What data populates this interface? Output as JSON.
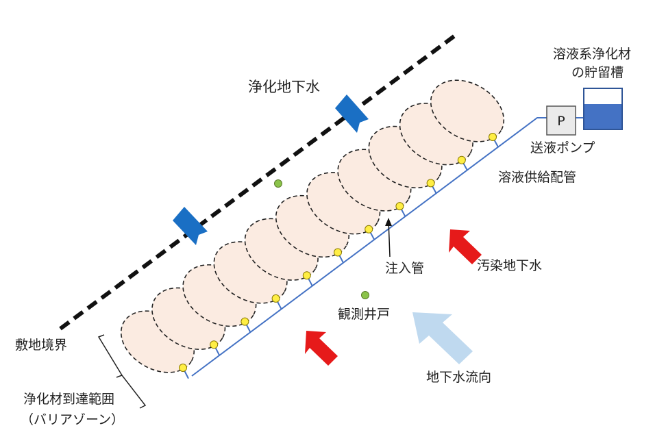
{
  "labels": {
    "boundary": "敷地境界",
    "purified_water": "浄化地下水",
    "contaminated_water": "汚染地下水",
    "flow_direction": "地下水流向",
    "observation_well": "観測井戸",
    "injection_pipe": "注入管",
    "supply_pipe": "溶液供給配管",
    "pump": "送液ポンプ",
    "pump_symbol": "P",
    "tank_line1": "溶液系浄化材",
    "tank_line2": "の貯留槽",
    "reach_line1": "浄化材到達範囲",
    "reach_line2": "（バリアゾーン）"
  },
  "colors": {
    "zone_fill": "#fbebe1",
    "pipe": "#4472c4",
    "injector": "#ffee44",
    "well": "#8bc34a",
    "purified_arrow": "#1a6fc4",
    "contaminated_arrow": "#e61a1a",
    "flow_arrow": "#bfd9ef",
    "tank_liquid": "#4472c4"
  }
}
